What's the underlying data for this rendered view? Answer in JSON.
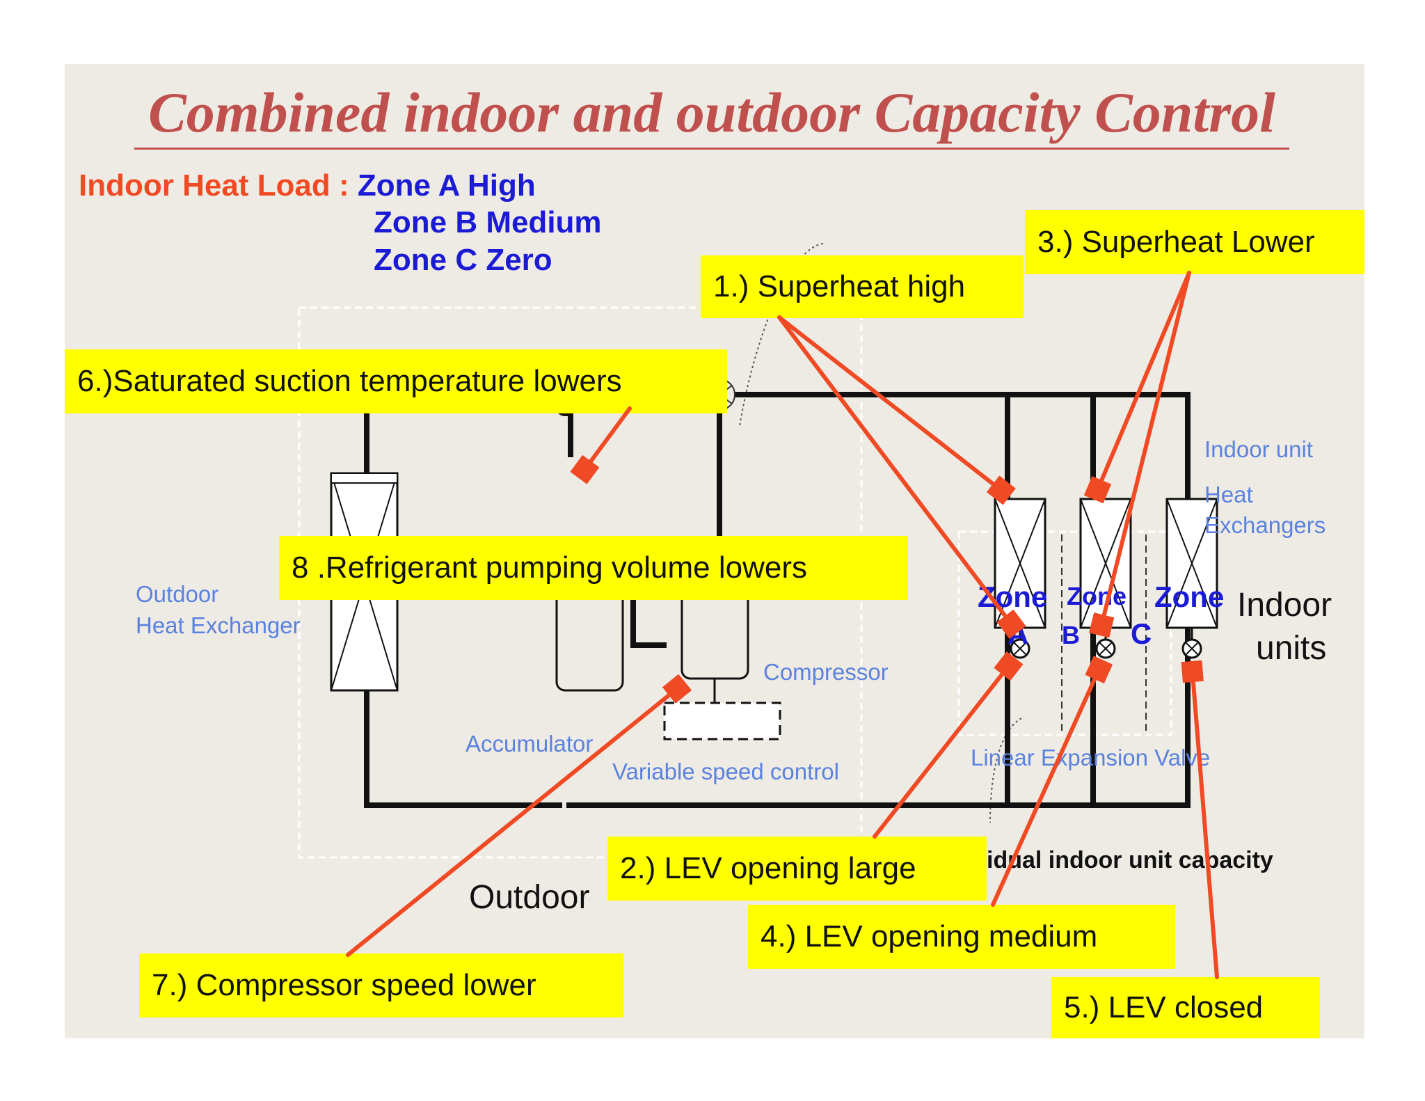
{
  "title": "Combined indoor and outdoor Capacity Control",
  "heat_load": {
    "label": "Indoor Heat Load : ",
    "zones": [
      "Zone A High",
      "Zone B Medium",
      "Zone C  Zero"
    ]
  },
  "callouts": {
    "c1": "1.) Superheat high",
    "c2": "2.) LEV opening large",
    "c3": "3.) Superheat Lower",
    "c4": "4.) LEV opening medium",
    "c5": "5.) LEV closed",
    "c6": "6.)Saturated suction temperature lowers",
    "c7": "7.) Compressor speed lower",
    "c8": "8 .Refrigerant pumping volume lowers"
  },
  "labels": {
    "outdoor_hx_1": "Outdoor",
    "outdoor_hx_2": "Heat Exchanger",
    "accumulator": "Accumulator",
    "compressor": "Compressor",
    "variable_speed": "Variable speed control",
    "lev": "Linear Expansion Valve",
    "indoor_unit": "Indoor unit",
    "heat": "Heat",
    "exchangers": "Exchangers",
    "indoor_units_1": "Indoor",
    "indoor_units_2": "units",
    "outdoor": "Outdoor",
    "capacity": "idual indoor unit capacity"
  },
  "zone_tags": {
    "zone": "Zone",
    "a": "A",
    "b": "B",
    "c": "C"
  },
  "colors": {
    "title": "#c0504d",
    "heat_load_label": "#f04a24",
    "zone_text": "#1b1bd6",
    "callout_bg": "#ffff00",
    "arrow": "#f04a24",
    "component_label": "#5b82e0",
    "slide_bg": "#eeebe4"
  }
}
